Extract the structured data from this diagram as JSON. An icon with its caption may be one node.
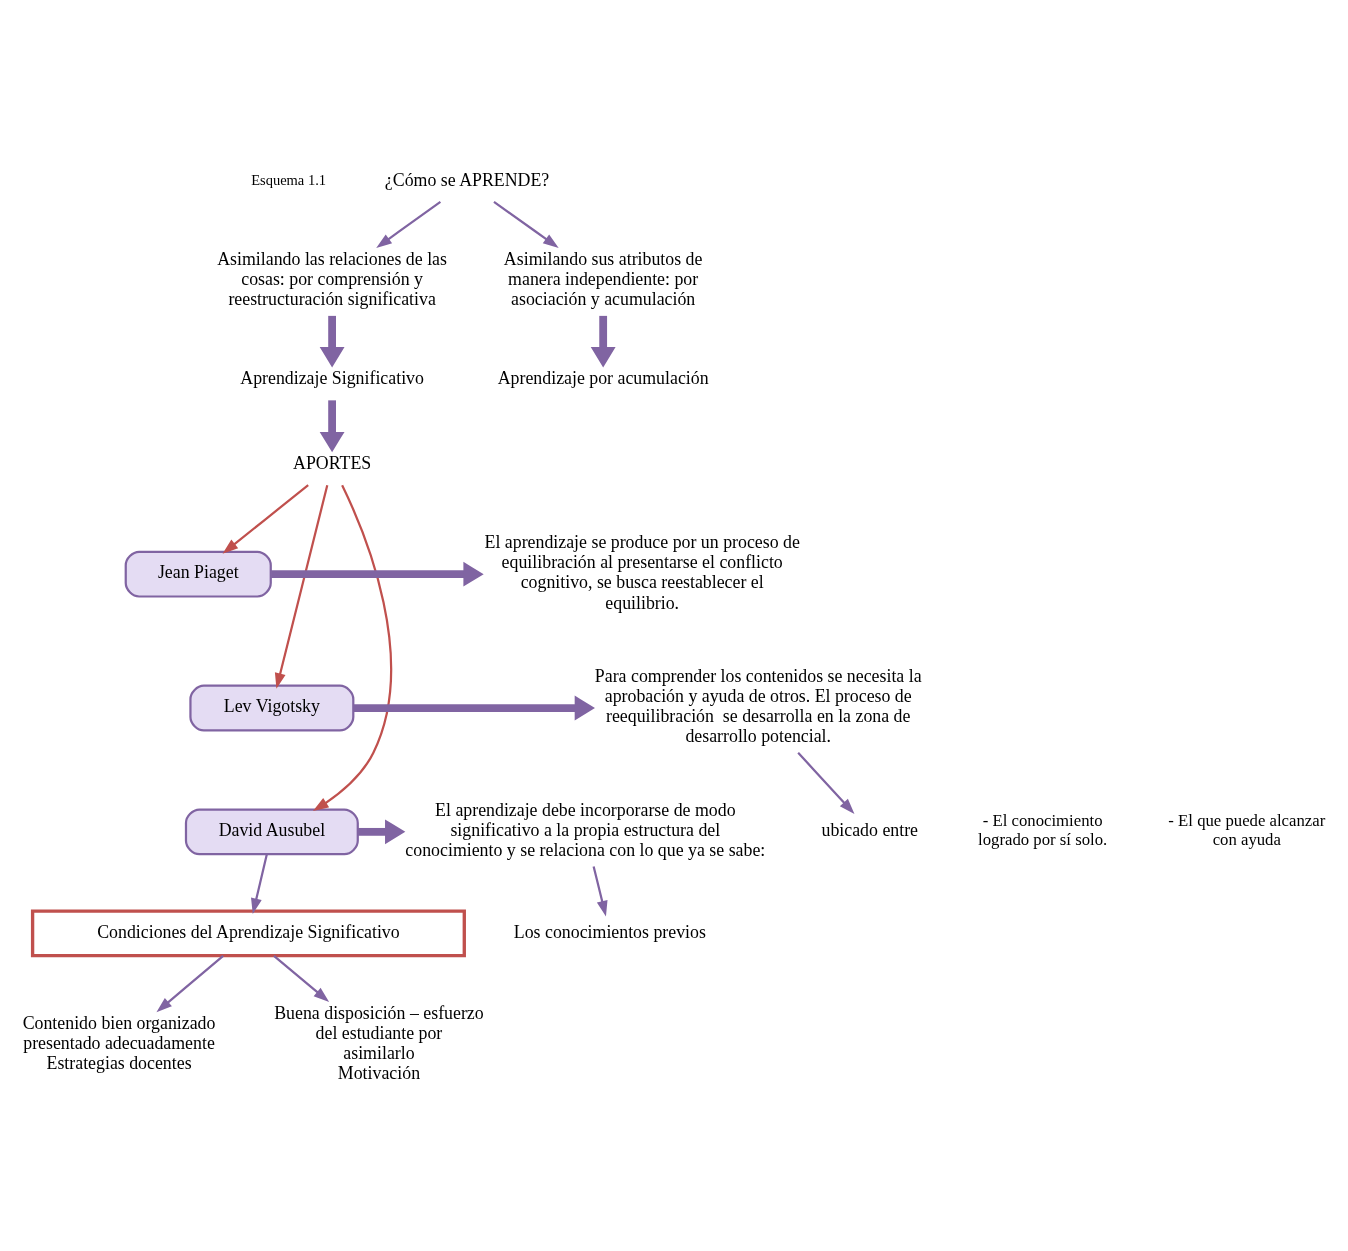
{
  "diagram": {
    "nodes": [
      {
        "text": [
          "¿Cómo se APRENDE?"
        ]
      },
      {
        "text": [
          "Asimilando las relaciones de las cosas: por comprensión y reestructuración significativa"
        ]
      },
      {
        "text": [
          "Asimilando sus atributos de manera independiente: por asociación y acumulación"
        ]
      },
      {
        "text": [
          "Aprendizaje Significativo"
        ]
      },
      {
        "text": [
          "Aprendizaje por acumulación"
        ]
      },
      {
        "text": [
          "APORTES"
        ]
      },
      {
        "text": [
          "Jean Piaget"
        ]
      },
      {
        "text": [
          "Lev Vigotsky"
        ]
      },
      {
        "text": [
          "David Ausubel"
        ]
      },
      {
        "text": [
          "El aprendizaje se produce por un proceso de equilibración al presentarse el conflicto cognitivo, se busca reestablecer el equilibrio."
        ]
      },
      {
        "text": [
          "Para comprender los contenidos se necesita la aprobación y ayuda de otros. El proceso de reequilibración  se desarrolla en la zona de desarrollo potencial."
        ]
      },
      {
        "text": [
          "ubicado entre"
        ]
      },
      {
        "text": [
          "El aprendizaje debe incorporarse de modo significativo a la propia estructura del conocimiento y se relaciona con lo que ya se sabe:"
        ]
      },
      {
        "text": [
          "Los conocimientos previos"
        ]
      },
      {
        "text": [
          "Condiciones del Aprendizaje Significativo"
        ]
      },
      {
        "text": [
          "Contenido bien organizado presentado adecuadamente",
          "Estrategias docentes"
        ]
      },
      {
        "text": [
          "Buena disposición – esfuerzo del estudiante por asimilarlo",
          "Motivación"
        ]
      }
    ],
    "edges": [
      {
        "from": 0,
        "to": 1,
        "arrow": "to"
      },
      {
        "from": 0,
        "to": 2,
        "arrow": "to"
      },
      {
        "from": 1,
        "to": 3,
        "arrow": "to",
        "style": "thick"
      },
      {
        "from": 2,
        "to": 4,
        "arrow": "to",
        "style": "thick"
      },
      {
        "from": 3,
        "to": 5,
        "arrow": "to",
        "style": "thick"
      },
      {
        "from": 5,
        "to": 6,
        "arrow": "to",
        "color": "#c0504d"
      },
      {
        "from": 5,
        "to": 7,
        "arrow": "to",
        "color": "#c0504d"
      },
      {
        "from": 5,
        "to": 8,
        "arrow": "to",
        "color": "#c0504d"
      },
      {
        "from": 6,
        "to": 9,
        "arrow": "to",
        "style": "thick"
      },
      {
        "from": 7,
        "to": 10,
        "arrow": "to",
        "style": "thick"
      },
      {
        "from": 10,
        "to": 11,
        "arrow": "to"
      },
      {
        "from": 8,
        "to": 12,
        "arrow": "to",
        "style": "thick"
      },
      {
        "from": 12,
        "to": 13,
        "arrow": "to"
      },
      {
        "from": 8,
        "to": 14,
        "arrow": "to"
      },
      {
        "from": 14,
        "to": 15,
        "arrow": "to"
      },
      {
        "from": 14,
        "to": 16,
        "arrow": "to"
      }
    ],
    "labels": [
      "Esquema 1.1",
      "- El conocimiento logrado por sí solo.",
      "- El que puede alcanzar con ayuda"
    ]
  }
}
